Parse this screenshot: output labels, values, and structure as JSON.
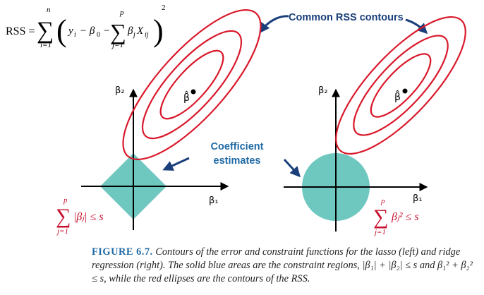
{
  "colors": {
    "contour": "#d9192b",
    "region": "#6fc8c0",
    "annotation_blue": "#1a3f7a",
    "constraint_text": "#c8102e",
    "caption_label": "#1f6aa5",
    "axis": "#000000"
  },
  "equation": {
    "lhs": "RSS =",
    "sum_top": "n",
    "sum_bottom": "i=1",
    "term_y": "y",
    "term_y_sub": "i",
    "term_minus1": "− β",
    "term_b0_sub": "0",
    "term_minus2": "−",
    "inner_sum_top": "p",
    "inner_sum_bottom": "j=1",
    "term_bx": "β",
    "term_bx_sub_j": "j",
    "term_x": "X",
    "term_x_sub": "ij",
    "exponent": "2"
  },
  "annotations": {
    "contours_label": "Common RSS contours",
    "coef_line1": "Coefficient",
    "coef_line2": "estimates"
  },
  "left_panel": {
    "beta2_label": "β₂",
    "beta1_label": "β₁",
    "beta_hat": "β̂",
    "constraint_sum_top": "p",
    "constraint_sum_bottom": "j=1",
    "constraint_expr": "|βⱼ| ≤ s"
  },
  "right_panel": {
    "beta2_label": "β₂",
    "beta1_label": "β₁",
    "beta_hat": "β̂",
    "constraint_sum_top": "p",
    "constraint_sum_bottom": "j=1",
    "constraint_expr": "βⱼ² ≤ s"
  },
  "caption": {
    "label": "FIGURE 6.7.",
    "text": "Contours of the error and constraint functions for the lasso (left) and ridge regression (right). The solid blue areas are the constraint regions, |β₁| + |β₂| ≤ s and β₁² + β₂² ≤ s, while the red ellipses are the contours of the RSS."
  }
}
